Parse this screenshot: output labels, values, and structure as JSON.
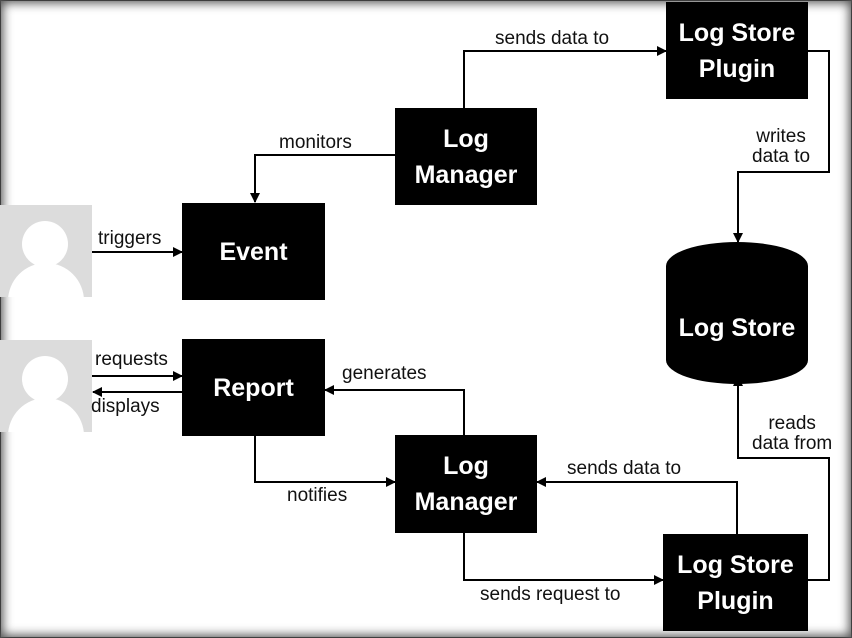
{
  "nodes": {
    "event": "Event",
    "report": "Report",
    "log_manager_top": "Log\nManager",
    "log_manager_bottom": "Log\nManager",
    "log_store_plugin_top": "Log Store\nPlugin",
    "log_store_plugin_bottom": "Log Store\nPlugin",
    "log_store": "Log Store"
  },
  "edges": {
    "triggers": "triggers",
    "monitors": "monitors",
    "sends_data_to_top": "sends data to",
    "writes_data_to": "writes\ndata to",
    "requests": "requests",
    "displays": "displays",
    "generates": "generates",
    "notifies": "notifies",
    "sends_data_to_bottom": "sends data to",
    "sends_request_to": "sends request to",
    "reads_data_from": "reads\ndata from"
  },
  "icons": {
    "user_top": "user-avatar-icon",
    "user_bottom": "user-avatar-icon"
  }
}
